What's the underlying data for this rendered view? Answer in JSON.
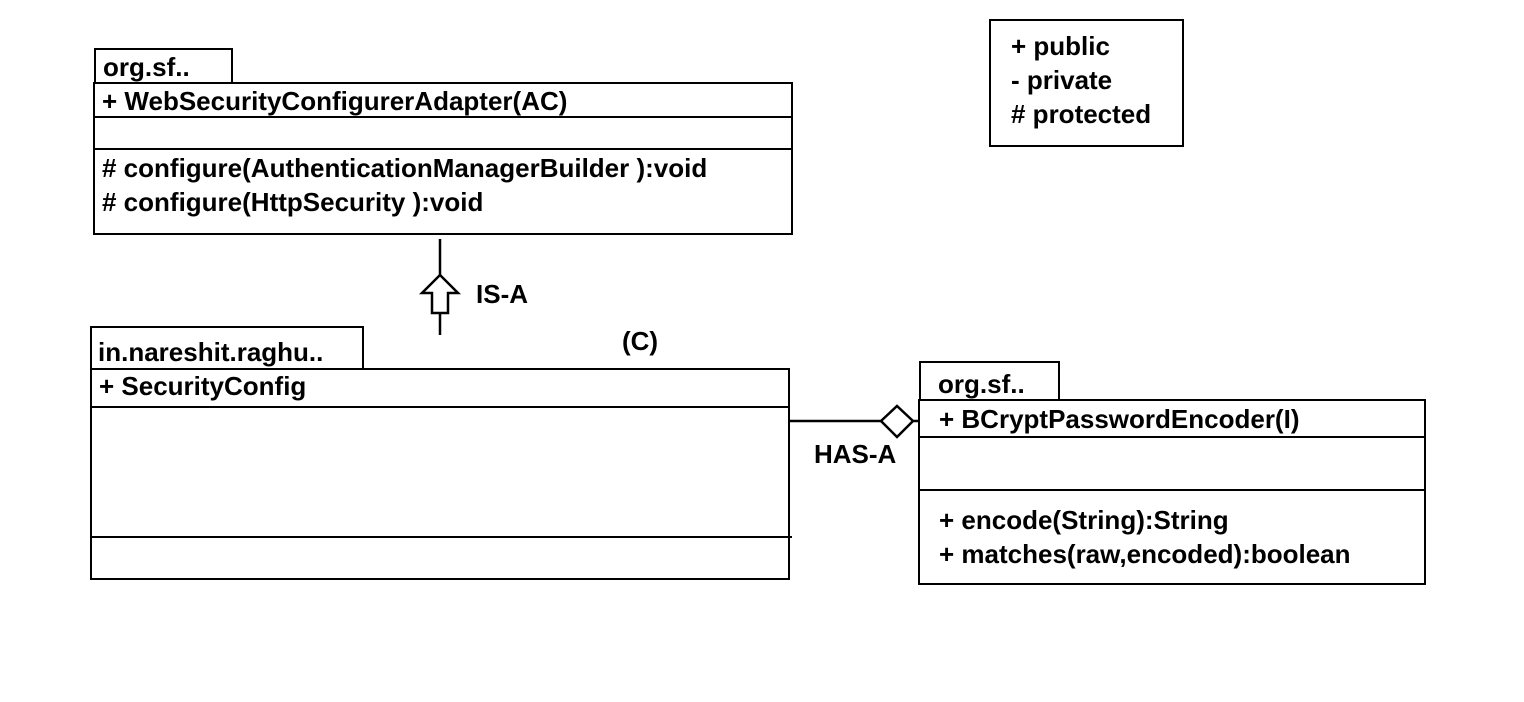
{
  "legend": {
    "items": [
      "+ public",
      "- private",
      "# protected"
    ]
  },
  "class_adapter": {
    "package": "org.sf..",
    "name": "+ WebSecurityConfigurerAdapter(AC)",
    "methods": [
      "# configure(AuthenticationManagerBuilder ):void",
      "# configure(HttpSecurity ):void"
    ]
  },
  "class_security_config": {
    "package": "in.nareshit.raghu..",
    "name": "+ SecurityConfig",
    "stereotype": "(C)"
  },
  "class_encoder": {
    "package": "org.sf..",
    "name": "+ BCryptPasswordEncoder(I)",
    "methods": [
      "+ encode(String):String",
      "+ matches(raw,encoded):boolean"
    ]
  },
  "relations": {
    "inheritance_label": "IS-A",
    "aggregation_label": "HAS-A"
  }
}
